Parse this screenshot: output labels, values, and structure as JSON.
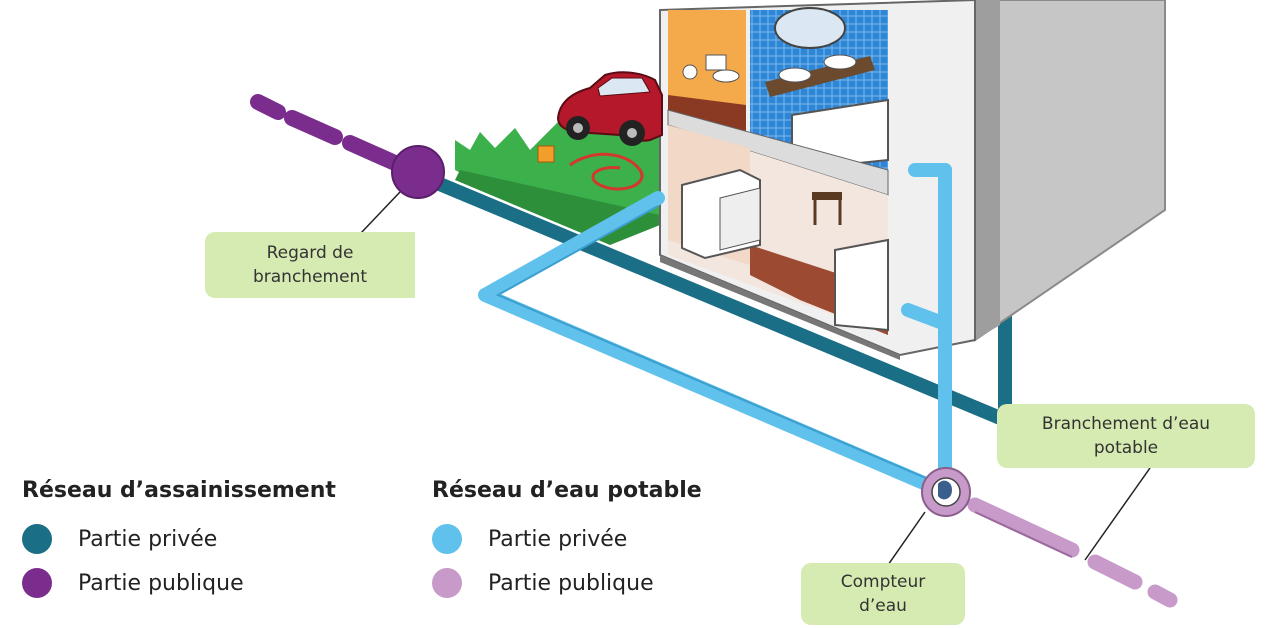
{
  "callouts": {
    "regard": [
      "Regard de",
      "branchement"
    ],
    "branchement_eau": [
      "Branchement d’eau",
      "potable"
    ],
    "compteur": [
      "Compteur",
      "d’eau"
    ]
  },
  "legend": {
    "assainissement": {
      "title": "Réseau d’assainissement",
      "items": [
        {
          "label": "Partie privée",
          "color": "#1a6e86"
        },
        {
          "label": "Partie publique",
          "color": "#7b2d8e"
        }
      ]
    },
    "eau_potable": {
      "title": "Réseau d’eau potable",
      "items": [
        {
          "label": "Partie privée",
          "color": "#5fc1ec"
        },
        {
          "label": "Partie publique",
          "color": "#c79ac9"
        }
      ]
    }
  },
  "colors": {
    "sewer_private": "#1a6e86",
    "sewer_public": "#7b2d8e",
    "water_private": "#5fc1ec",
    "water_public": "#c79ac9",
    "callout_bg": "#d6ebb2",
    "lawn": "#3cb04a",
    "car": "#b5182b"
  },
  "icons": [
    "car-icon",
    "house-cutaway",
    "water-meter-icon",
    "manhole-icon"
  ]
}
